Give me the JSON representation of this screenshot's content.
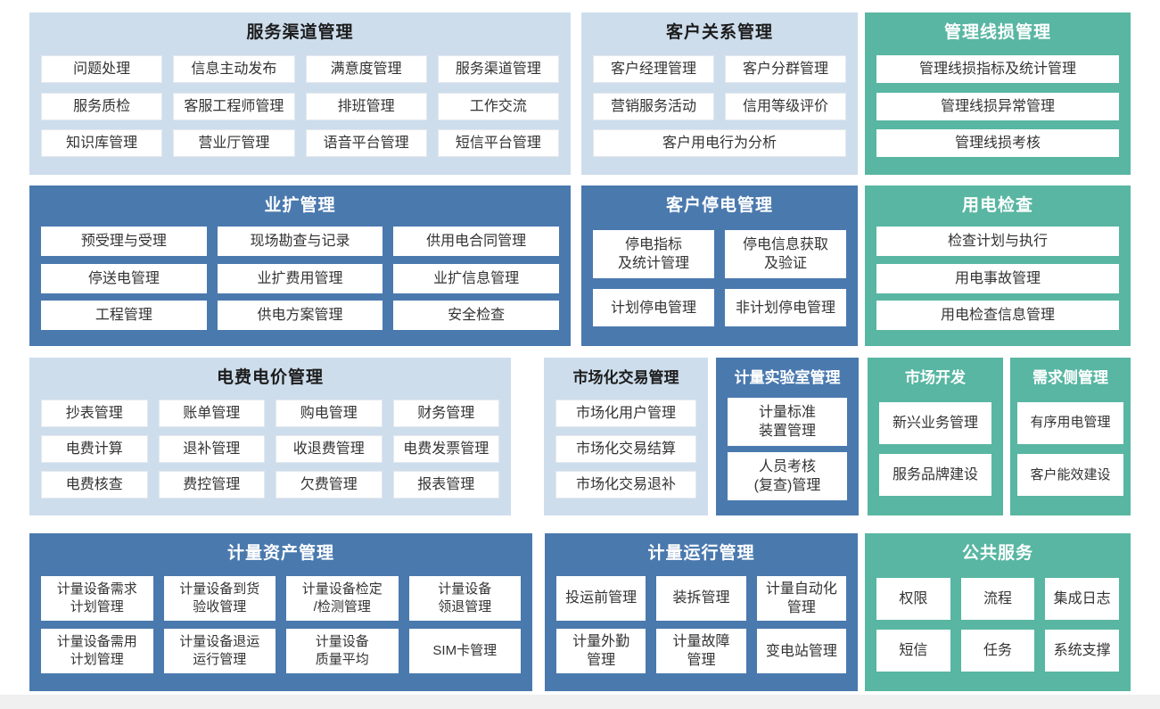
{
  "colors": {
    "light_blue_panel": "#cdddec",
    "dark_blue_panel": "#4a79ae",
    "teal_panel": "#58b6a2",
    "button_bg": "#ffffff",
    "button_text": "#333333",
    "light_title_text": "#1c1c1c",
    "dark_title_text": "#ffffff",
    "footer_strip": "#f0f0f1"
  },
  "sections": {
    "service_channel": {
      "title": "服务渠道管理",
      "rows": [
        [
          "问题处理",
          "信息主动发布",
          "满意度管理",
          "服务渠道管理"
        ],
        [
          "服务质检",
          "客服工程师管理",
          "排班管理",
          "工作交流"
        ],
        [
          "知识库管理",
          "营业厅管理",
          "语音平台管理",
          "短信平台管理"
        ]
      ]
    },
    "customer_relation": {
      "title": "客户关系管理",
      "rows": [
        [
          "客户经理管理",
          "客户分群管理"
        ],
        [
          "营销服务活动",
          "信用等级评价"
        ],
        [
          "客户用电行为分析"
        ]
      ]
    },
    "line_loss": {
      "title": "管理线损管理",
      "rows": [
        [
          "管理线损指标及统计管理"
        ],
        [
          "管理线损异常管理"
        ],
        [
          "管理线损考核"
        ]
      ]
    },
    "business_expansion": {
      "title": "业扩管理",
      "rows": [
        [
          "预受理与受理",
          "现场勘查与记录",
          "供用电合同管理"
        ],
        [
          "停送电管理",
          "业扩费用管理",
          "业扩信息管理"
        ],
        [
          "工程管理",
          "供电方案管理",
          "安全检查"
        ]
      ]
    },
    "customer_outage": {
      "title": "客户停电管理",
      "rows": [
        [
          "停电指标\n及统计管理",
          "停电信息获取\n及验证"
        ],
        [
          "计划停电管理",
          "非计划停电管理"
        ]
      ]
    },
    "power_inspection": {
      "title": "用电检查",
      "rows": [
        [
          "检查计划与执行"
        ],
        [
          "用电事故管理"
        ],
        [
          "用电检查信息管理"
        ]
      ]
    },
    "fee_price": {
      "title": "电费电价管理",
      "rows": [
        [
          "抄表管理",
          "账单管理",
          "购电管理",
          "财务管理"
        ],
        [
          "电费计算",
          "退补管理",
          "收退费管理",
          "电费发票管理"
        ],
        [
          "电费核查",
          "费控管理",
          "欠费管理",
          "报表管理"
        ]
      ]
    },
    "market_trade": {
      "title": "市场化交易管理",
      "rows": [
        [
          "市场化用户管理"
        ],
        [
          "市场化交易结算"
        ],
        [
          "市场化交易退补"
        ]
      ]
    },
    "metering_lab": {
      "title": "计量实验室管理",
      "rows": [
        [
          "计量标准\n装置管理"
        ],
        [
          "人员考核\n(复查)管理"
        ]
      ]
    },
    "market_dev": {
      "title": "市场开发",
      "rows": [
        [
          "新兴业务管理"
        ],
        [
          "服务品牌建设"
        ]
      ]
    },
    "demand_side": {
      "title": "需求侧管理",
      "rows": [
        [
          "有序用电管理"
        ],
        [
          "客户能效建设"
        ]
      ]
    },
    "metering_asset": {
      "title": "计量资产管理",
      "rows": [
        [
          "计量设备需求\n计划管理",
          "计量设备到货\n验收管理",
          "计量设备检定\n/检测管理",
          "计量设备\n领退管理"
        ],
        [
          "计量设备需用\n计划管理",
          "计量设备退运\n运行管理",
          "计量设备\n质量平均",
          "SIM卡管理"
        ]
      ]
    },
    "metering_operation": {
      "title": "计量运行管理",
      "rows": [
        [
          "投运前管理",
          "装拆管理",
          "计量自动化\n管理"
        ],
        [
          "计量外勤\n管理",
          "计量故障\n管理",
          "变电站管理"
        ]
      ]
    },
    "public_service": {
      "title": "公共服务",
      "rows": [
        [
          "权限",
          "流程",
          "集成日志"
        ],
        [
          "短信",
          "任务",
          "系统支撑"
        ]
      ]
    }
  }
}
